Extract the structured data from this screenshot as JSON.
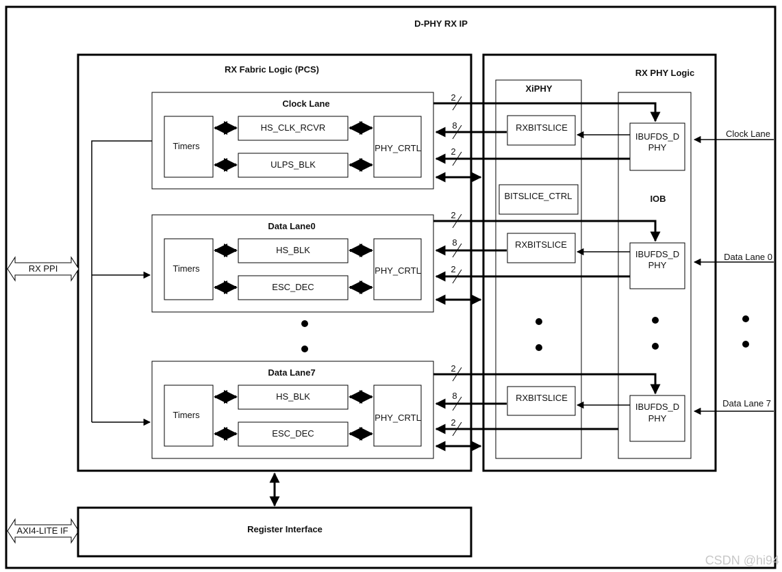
{
  "title": "D-PHY RX IP",
  "pcs": {
    "title": "RX Fabric Logic (PCS)",
    "clock_lane": {
      "title": "Clock Lane",
      "timers": "Timers",
      "block1": "HS_CLK_RCVR",
      "block2": "ULPS_BLK",
      "phy_ctrl": "PHY_CRTL"
    },
    "data_lane0": {
      "title": "Data Lane0",
      "timers": "Timers",
      "block1": "HS_BLK",
      "block2": "ESC_DEC",
      "phy_ctrl": "PHY_CRTL"
    },
    "data_lane7": {
      "title": "Data Lane7",
      "timers": "Timers",
      "block1": "HS_BLK",
      "block2": "ESC_DEC",
      "phy_ctrl": "PHY_CRTL"
    }
  },
  "phy": {
    "title": "RX PHY Logic",
    "xiphy": {
      "title": "XiPHY",
      "rxbitslice": "RXBITSLICE",
      "bitslice_ctrl": "BITSLICE_CTRL"
    },
    "iob": {
      "label": "IOB",
      "ibufds_line1": "IBUFDS_D",
      "ibufds_line2": "PHY"
    }
  },
  "bus_widths": {
    "to_phy": "2",
    "from_rxbitslice": "8",
    "from_ibufds": "2"
  },
  "external": {
    "rx_ppi": "RX PPI",
    "axi4_lite": "AXI4-LITE IF",
    "clock_lane": "Clock Lane",
    "data_lane0": "Data Lane 0",
    "data_lane7": "Data Lane 7"
  },
  "register_interface": "Register Interface",
  "watermark": "CSDN @hi94"
}
